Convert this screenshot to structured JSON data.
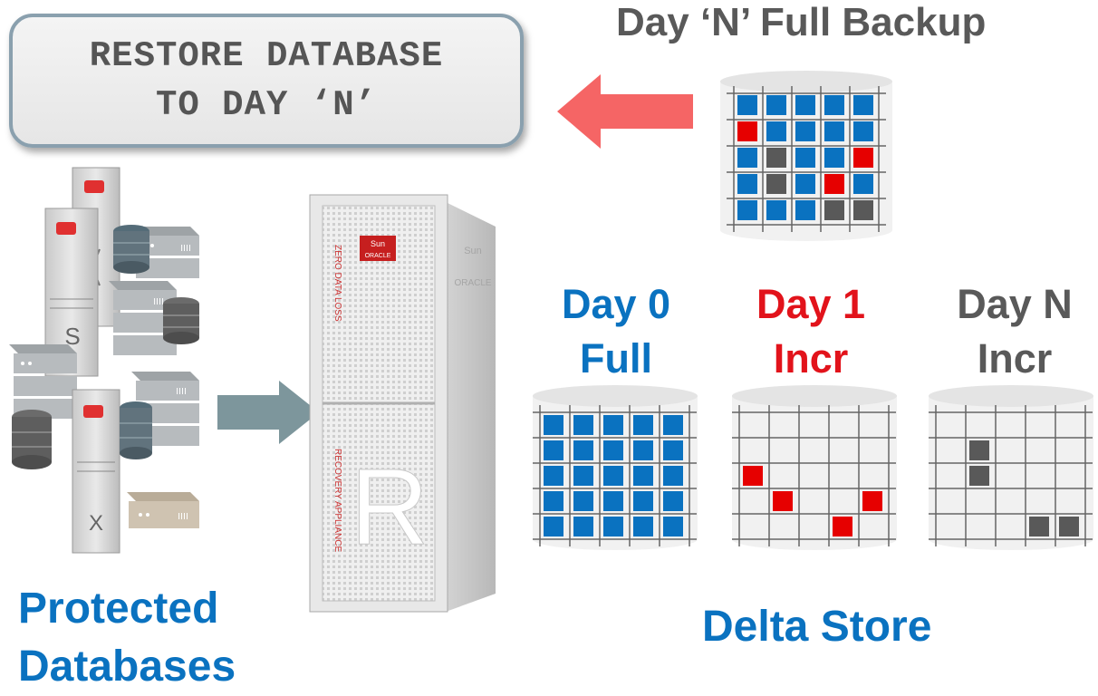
{
  "command": {
    "lines": [
      "RESTORE DATABASE",
      "TO DAY ‘N’"
    ]
  },
  "full_backup": {
    "title": "Day ‘N’ Full Backup"
  },
  "incrementals": [
    {
      "line1": "Day 0",
      "line2": "Full",
      "color": "#0a72c0"
    },
    {
      "line1": "Day 1",
      "line2": "Incr",
      "color": "#e2131b"
    },
    {
      "line1": "Day N",
      "line2": "Incr",
      "color": "#595959"
    }
  ],
  "protected": {
    "line1": "Protected",
    "line2": "Databases"
  },
  "delta_store": {
    "label": "Delta Store"
  },
  "appliance": {
    "letter": "R",
    "side_top": "ZERO DATA LOSS",
    "side_bottom": "RECOVERY APPLIANCE",
    "brand_sun": "Sun",
    "brand_oracle": "ORACLE"
  },
  "server_letters": [
    "S",
    "X"
  ],
  "colors": {
    "blue_block": "#0a72c0",
    "red_block": "#e60000",
    "gray_block": "#595959",
    "arrow_red": "#f56565",
    "arrow_gray": "#7d969c"
  }
}
